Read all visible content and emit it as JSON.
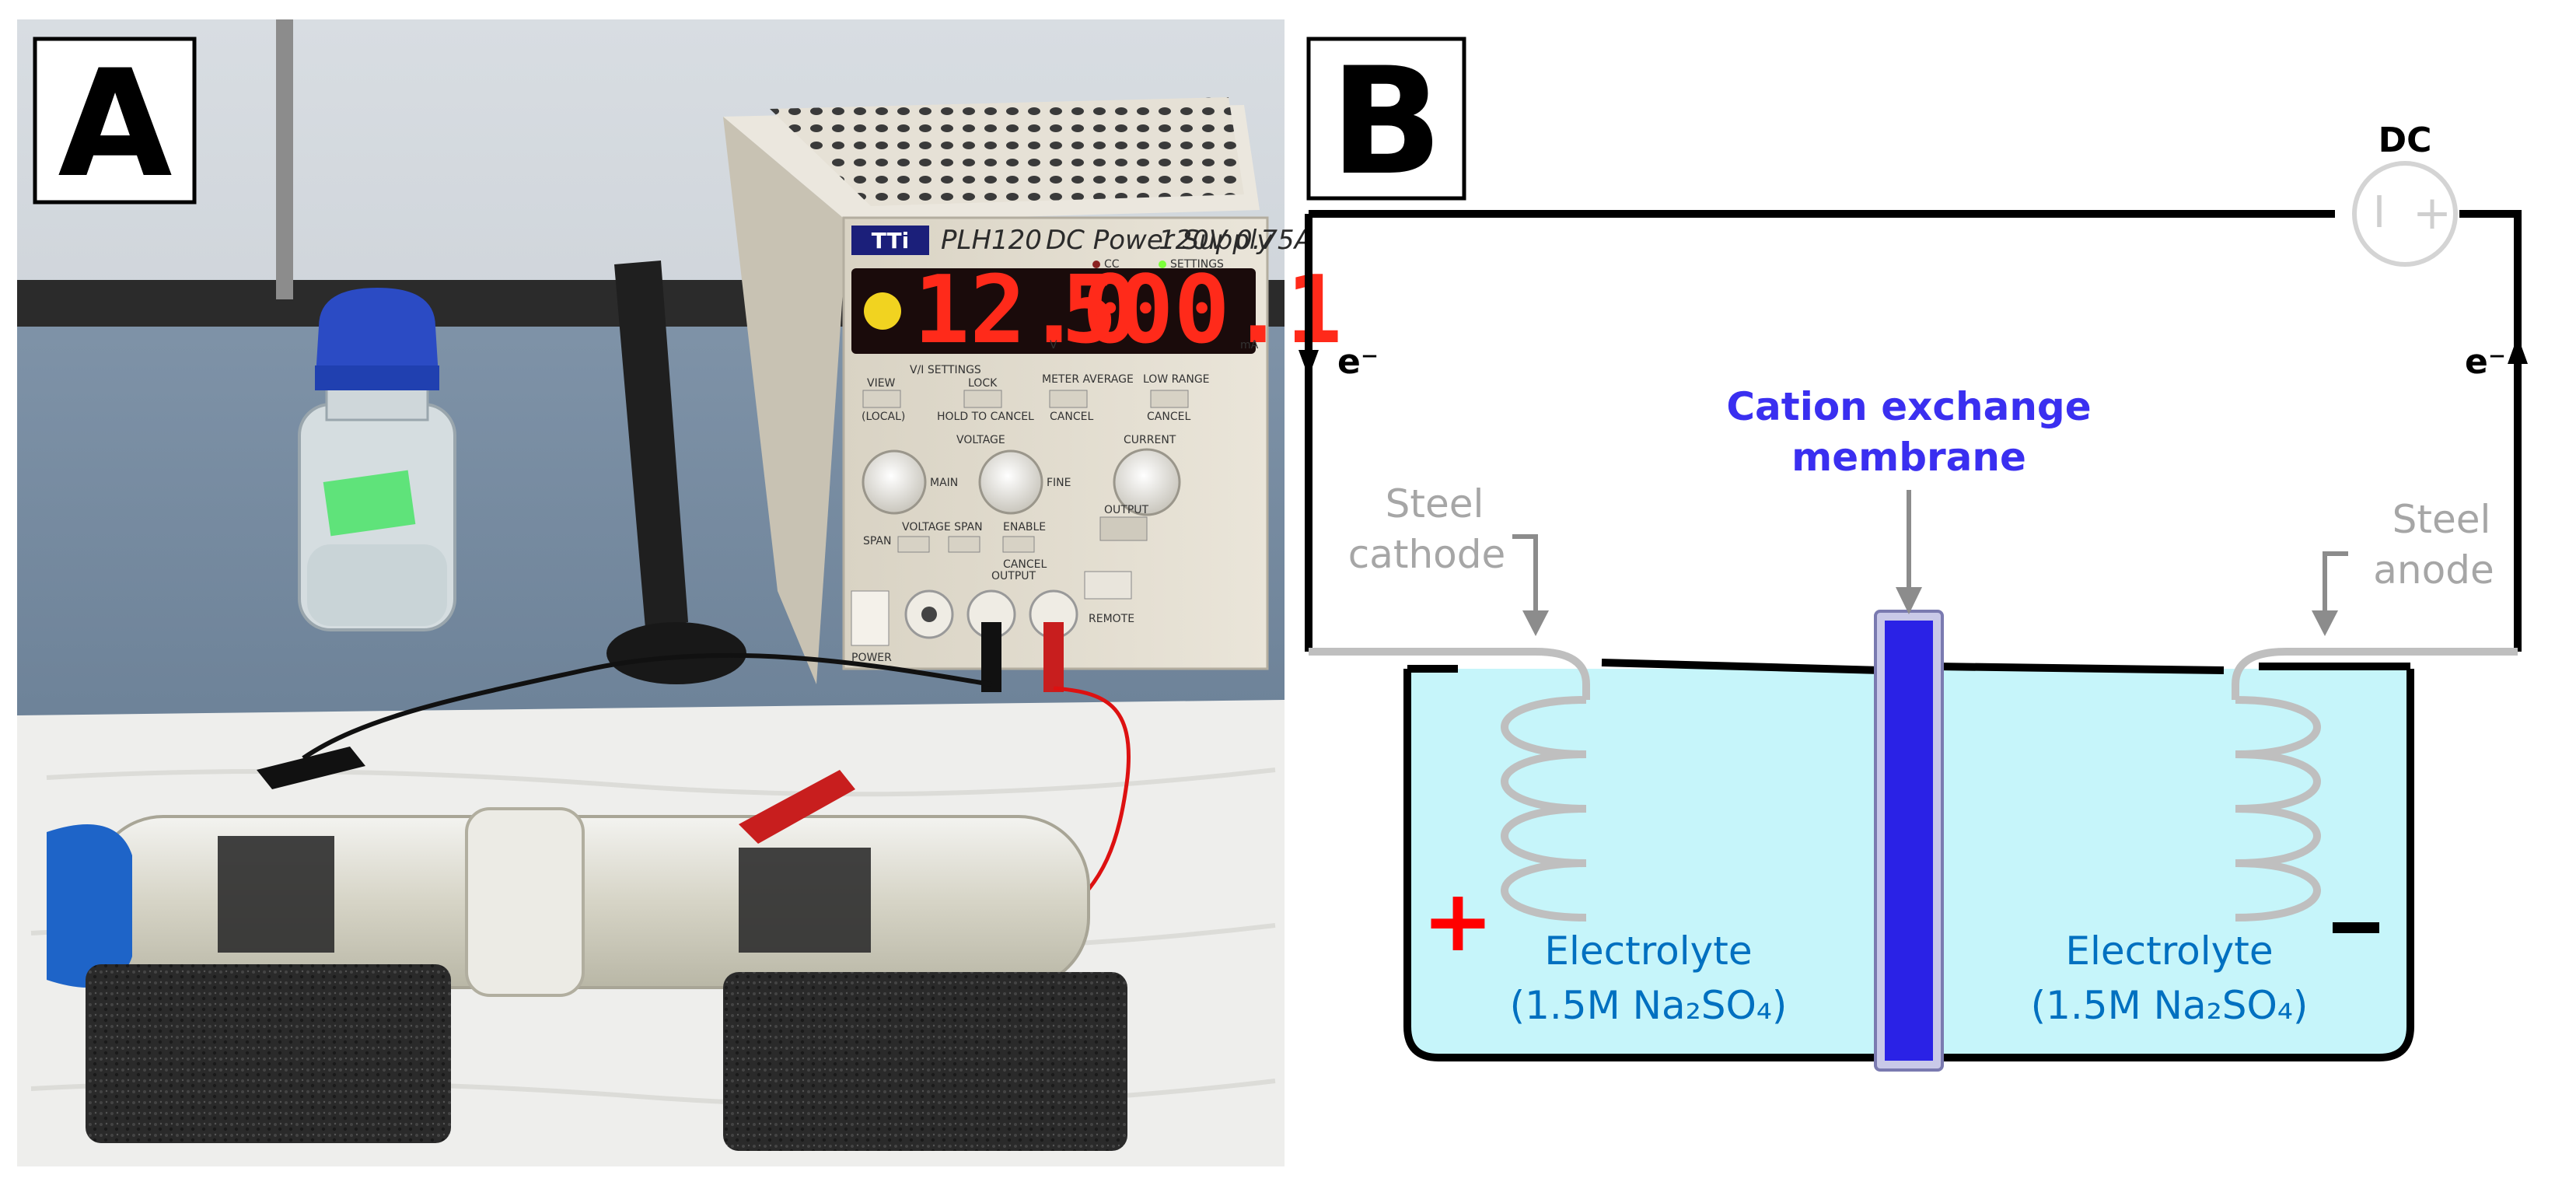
{
  "panels": {
    "a_label": "A",
    "b_label": "B"
  },
  "photo": {
    "psu_brand": "TTi",
    "psu_model": "PLH120",
    "psu_type": "DC Power Supply",
    "psu_rating": "120V 0.75A",
    "voltage_readout": "12.0",
    "current_readout": "500.1",
    "indicator_cc": "CC",
    "indicator_settings": "SETTINGS",
    "unit_v": "V",
    "unit_ma": "mA",
    "btn_view": "VIEW",
    "btn_lock": "LOCK",
    "btn_meter": "METER AVERAGE",
    "btn_low": "LOW RANGE",
    "lbl_vi_settings": "V/I SETTINGS",
    "lbl_hold": "HOLD TO CANCEL",
    "lbl_cancel": "CANCEL",
    "lbl_local": "(LOCAL)",
    "knob_voltage": "VOLTAGE",
    "knob_main": "MAIN",
    "knob_fine": "FINE",
    "knob_current": "CURRENT",
    "lbl_output_btn": "OUTPUT",
    "lbl_output_jacks": "OUTPUT",
    "lbl_power": "POWER",
    "lbl_remote": "REMOTE",
    "lbl_enable": "ENABLE",
    "lbl_span": "SPAN",
    "lbl_voltage_span": "VOLTAGE SPAN"
  },
  "diagram": {
    "dc_label": "DC",
    "dc_minus": "I",
    "dc_plus": "+",
    "electron_left": "e⁻",
    "electron_right": "e⁻",
    "membrane_line1": "Cation exchange",
    "membrane_line2": "membrane",
    "cathode_line1": "Steel",
    "cathode_line2": "cathode",
    "anode_line1": "Steel",
    "anode_line2": "anode",
    "left_electrolyte_line1": "Electrolyte",
    "left_electrolyte_line2": "(1.5M Na₂SO₄)",
    "right_electrolyte_line1": "Electrolyte",
    "right_electrolyte_line2": "(1.5M Na₂SO₄)",
    "plus_sign": "+",
    "minus_sign": "–",
    "colors": {
      "electrolyte": "#c6f5fa",
      "membrane": "#2a22e6",
      "wire": "#000000",
      "electrode": "#bfbfbf",
      "plus": "#ff0000"
    }
  }
}
